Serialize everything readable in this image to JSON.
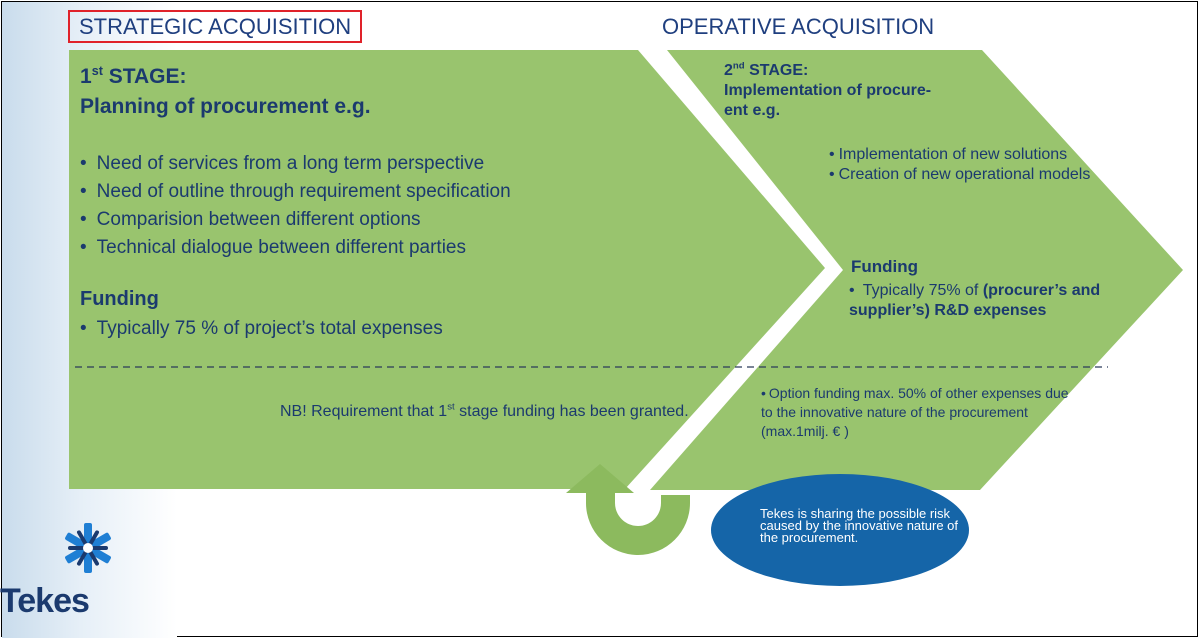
{
  "headers": {
    "strategic": "STRATEGIC ACQUISITION",
    "operative": "OPERATIVE ACQUISITION"
  },
  "stage1": {
    "ordinal": "1",
    "ordinal_suffix": "st",
    "stage_word": " STAGE:",
    "subtitle": "Planning of procurement e.g.",
    "bullets": [
      "Need of services from a long term perspective",
      "Need of outline through requirement specification",
      "Comparision between different options",
      "Technical dialogue between different parties"
    ],
    "funding_label": "Funding",
    "funding_text": "Typically 75 % of project’s total expenses",
    "nb_prefix": "NB! Requirement that 1",
    "nb_sup": "st",
    "nb_suffix": " stage funding has been granted."
  },
  "stage2": {
    "ordinal": "2",
    "ordinal_suffix": "nd",
    "stage_word": " STAGE:",
    "subtitle_line1": "Implementation of procure-",
    "subtitle_line2": "ent e.g.",
    "bullets": [
      "Implementation of new solutions",
      "Creation of new operational models"
    ],
    "funding_label": "Funding",
    "funding_text_plain": "Typically 75% of ",
    "funding_text_bold": "(procurer’s and supplier’s) R&D expenses",
    "option_text": "Option funding max. 50% of other expenses due to the innovative nature of the procurement (max.1milj. € )"
  },
  "bubble": {
    "text": "Tekes is sharing the possible risk caused by the innovative nature of the procurement."
  },
  "logo": {
    "word": "Tekes"
  },
  "colors": {
    "green": "#99c46e",
    "dark_green": "#8cba5e",
    "navy_text": "#1b3a6e",
    "header_text": "#1f3f7f",
    "highlight_border": "#e0222a",
    "bubble": "#1565a8",
    "logo_blue": "#1f7fd4"
  }
}
